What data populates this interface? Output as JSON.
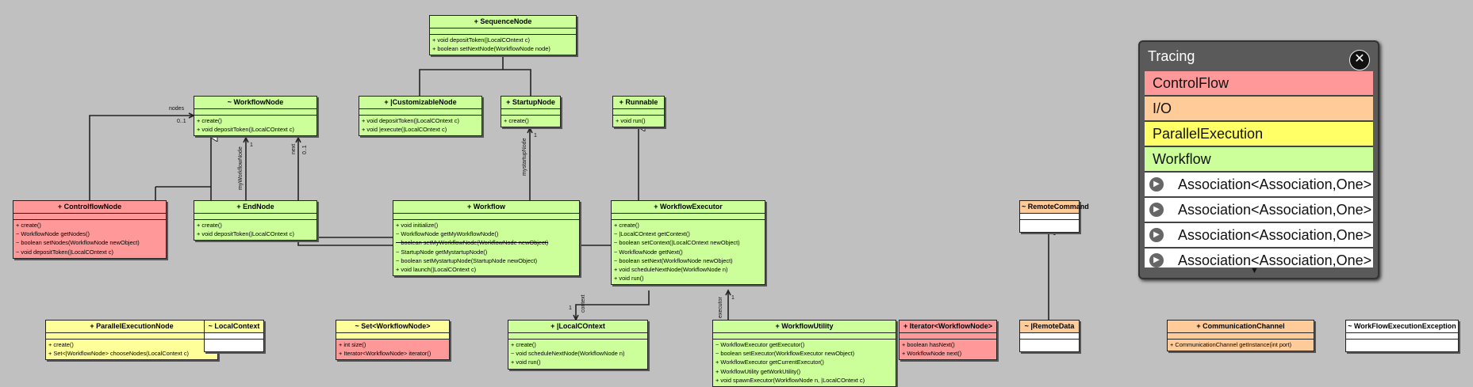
{
  "colors": {
    "green": "#ccff99",
    "red": "#ff9999",
    "yellow": "#ffff99",
    "orange": "#ffcc99",
    "white": "#ffffff"
  },
  "classes": {
    "sequence_node": {
      "header": "+ SequenceNode",
      "ops": [
        "+ void depositToken(|LocalCOntext c)",
        "+ boolean setNextNode(WorkflowNode node)"
      ]
    },
    "workflow_node": {
      "header": "~ WorkflowNode",
      "ops": [
        "+ create()",
        "+ void depositToken(|LocalCOntext c)"
      ]
    },
    "customizable_node": {
      "header": "+ |CustomizableNode",
      "ops": [
        "+ void depositToken(|LocalCOntext c)",
        "+ void |execute(|LocalCOntext c)"
      ]
    },
    "startup_node": {
      "header": "+ StartupNode",
      "ops": [
        "+ create()"
      ]
    },
    "runnable": {
      "header": "+ Runnable",
      "ops": [
        "+ void run()"
      ]
    },
    "controlflow_node": {
      "header": "+ ControlflowNode",
      "ops": [
        "+ create()",
        "~ WorkflowNode getNodes()",
        "~ boolean setNodes(WorkflowNode newObject)",
        "~ void depositToken(|LocalCOntext c)"
      ]
    },
    "end_node": {
      "header": "+ EndNode",
      "ops": [
        "+ create()",
        "+ void depositToken(|LocalCOntext c)"
      ]
    },
    "workflow": {
      "header": "+ Workflow",
      "ops": [
        "+ void initialize()",
        "~ WorkflowNode getMyWorkflowNode()",
        "~ boolean setMyWorkflowNode(WorkflowNode newObject)",
        "~ StartupNode getMystartupNode()",
        "~ boolean setMystartupNode(StartupNode newObject)",
        "+ void launch(|LocalCOntext c)"
      ]
    },
    "workflow_executor": {
      "header": "+ WorkflowExecutor",
      "ops": [
        "+ create()",
        "~ |LocalCOntext getContext()",
        "~ boolean setContext(|LocalCOntext newObject)",
        "~ WorkflowNode getNext()",
        "~ boolean setNext(WorkflowNode newObject)",
        "+ void scheduleNextNode(WorkflowNode n)",
        "+ void run()"
      ]
    },
    "remote_command": {
      "header": "~ RemoteCommand",
      "ops": []
    },
    "parallel_execution_node": {
      "header": "+ ParallelExecutionNode",
      "ops": [
        "+ create()",
        "+ Set<|WorkflowNode> chooseNodes(LocalContext c)"
      ]
    },
    "local_context": {
      "header": "~ LocalContext",
      "ops": []
    },
    "set_workflow_node": {
      "header": "~ Set<WorkflowNode>",
      "ops": [
        "+ int size()",
        "+ Iterator<WorkflowNode> iterator()"
      ]
    },
    "i_local_context": {
      "header": "+ |LocalCOntext",
      "ops": [
        "+ create()",
        "~ void scheduleNextNode(WorkflowNode n)",
        "+ void run()"
      ]
    },
    "workflow_utility": {
      "header": "+ WorkflowUtility",
      "ops": [
        "~ WorkflowExecutor getExecutor()",
        "~ boolean setExecutor(WorkflowExecutor newObject)",
        "+ WorkflowExecutor getCurrentExecutor()",
        "+ WorkflowUtility getWorkUtility()",
        "+ void spawnExecutor(WorkflowNode n, |LocalCOntext c)"
      ]
    },
    "iterator_workflow_node": {
      "header": "+ Iterator<WorkflowNode>",
      "ops": [
        "+ boolean hasNext()",
        "+ WorkflowNode next()"
      ]
    },
    "remote_data": {
      "header": "~ |RemoteData",
      "ops": []
    },
    "communication_channel": {
      "header": "+ CommunicationChannel",
      "ops": [
        "+ CommunicationChannel getInstance(int port)"
      ]
    },
    "workflow_execution_exception": {
      "header": "~ WorkFlowExecutionException",
      "ops": []
    }
  },
  "edge_labels": {
    "nodes": "nodes",
    "mult_01_a": "0..1",
    "mult_1_a": "1",
    "my_workflow_node": "myWorkflowNode",
    "next": "next",
    "mult_01_b": "0..1",
    "mystartup_node": "mystartupNode",
    "mult_1_b": "1",
    "context": "context",
    "mult_1_c": "1",
    "executor": "executor",
    "mult_1_d": "1"
  },
  "tracing": {
    "title": "Tracing",
    "close_icon": "close-icon",
    "categories": [
      {
        "label": "ControlFlow",
        "color": "#ff9999"
      },
      {
        "label": "I/O",
        "color": "#ffcc99"
      },
      {
        "label": "ParallelExecution",
        "color": "#ffff66"
      },
      {
        "label": "Workflow",
        "color": "#ccff99"
      }
    ],
    "associations": [
      "Association<Association,One>",
      "Association<Association,One>",
      "Association<Association,One>",
      "Association<Association,One>"
    ]
  }
}
